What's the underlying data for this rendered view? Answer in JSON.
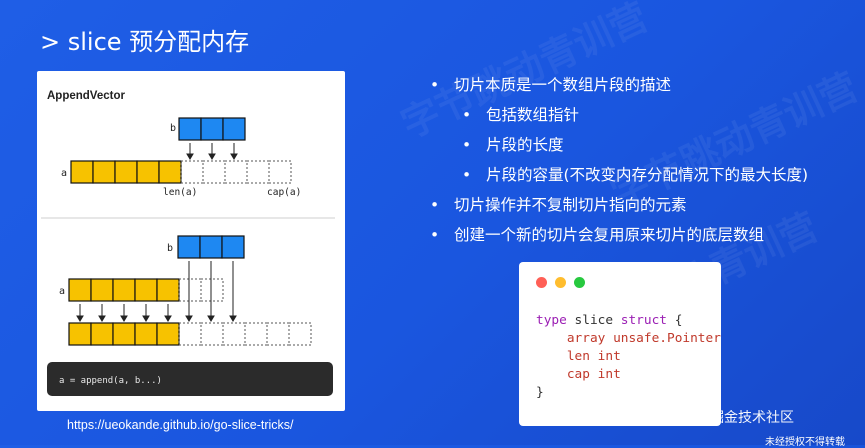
{
  "slide": {
    "title": "> slice 预分配内存",
    "watermark": "字节跳动青训营",
    "source_link": "https://ueokande.github.io/go-slice-tricks/"
  },
  "diagram": {
    "heading": "AppendVector",
    "top": {
      "b_label": "b",
      "a_label": "a",
      "len_label": "len(a)",
      "cap_label": "cap(a)"
    },
    "bottom": {
      "b_label": "b",
      "a_label": "a",
      "code_label": "a = append(a, b...)"
    },
    "colors": {
      "blue": "#1e88f2",
      "yellow": "#f7c200"
    }
  },
  "bullets": [
    {
      "text": "切片本质是一个数组片段的描述",
      "level": 0
    },
    {
      "text": "包括数组指针",
      "level": 1
    },
    {
      "text": "片段的长度",
      "level": 1
    },
    {
      "text": "片段的容量(不改变内存分配情况下的最大长度)",
      "level": 1
    },
    {
      "text": "切片操作并不复制切片指向的元素",
      "level": 0
    },
    {
      "text": "创建一个新的切片会复用原来切片的底层数组",
      "level": 0
    }
  ],
  "code": {
    "window_dots": [
      "#ff5f56",
      "#ffbd2e",
      "#27c93f"
    ],
    "lines": [
      {
        "kw": "type",
        "rest": " slice ",
        "kw2": "struct",
        "tail": " {"
      },
      {
        "indent": "    ",
        "field": "array",
        "type": " unsafe.Pointer"
      },
      {
        "indent": "    ",
        "field": "len",
        "type": " int"
      },
      {
        "indent": "    ",
        "field": "cap",
        "type": " int"
      },
      {
        "close": "}"
      }
    ]
  },
  "footer": {
    "site": "@稀土掘金技术社区",
    "sub": "未经授权不得转载"
  }
}
